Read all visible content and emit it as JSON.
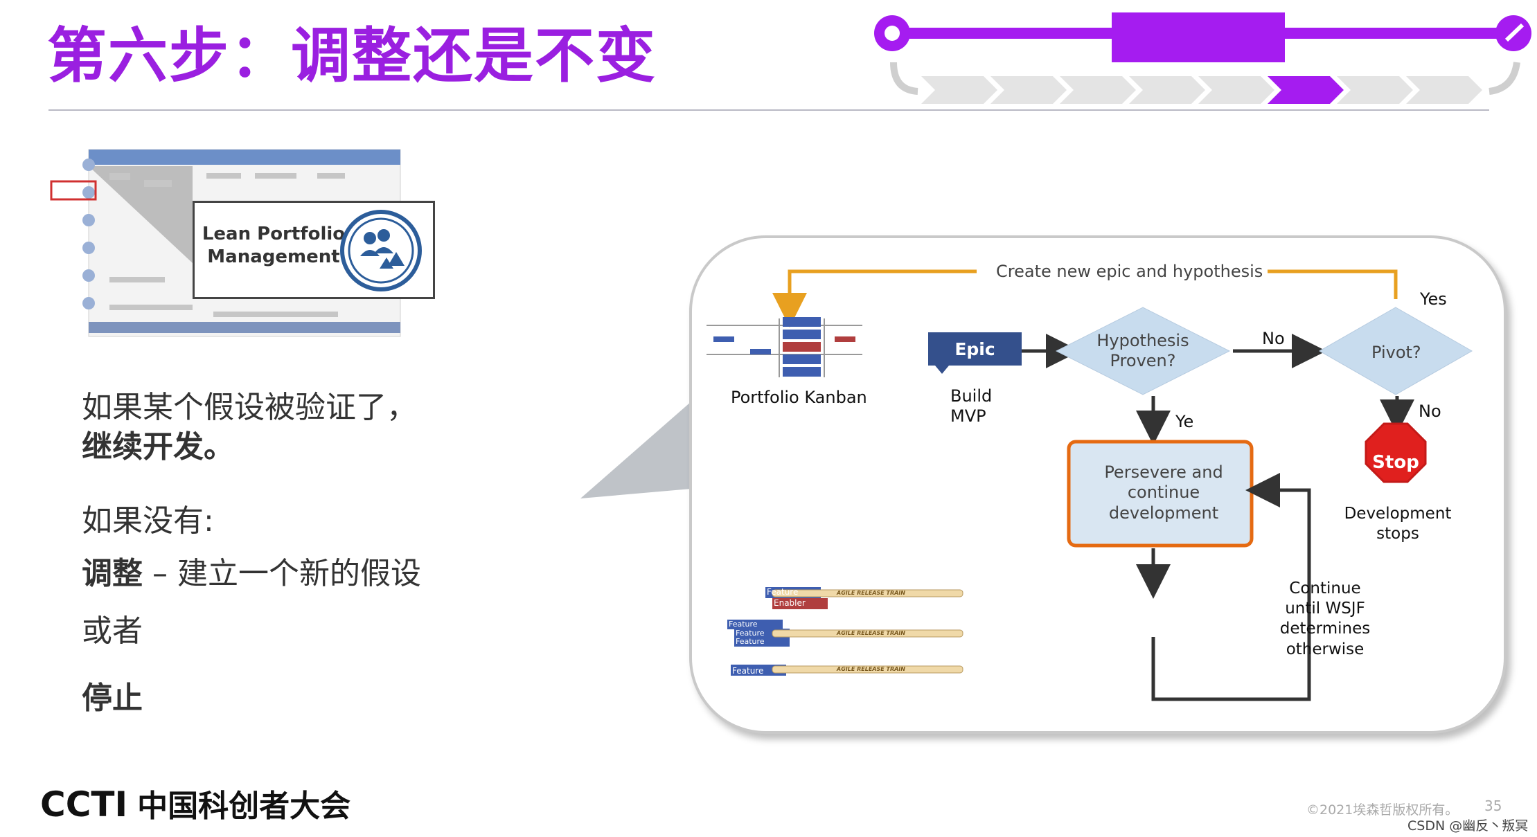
{
  "title": "第六步：调整还是不变",
  "colors": {
    "accent": "#9a1fe0",
    "orange": "#e8a020",
    "box_border": "#e56a12",
    "box_fill": "#d9e6f2",
    "stop_red": "#e0201e",
    "diamond": "#c8dcee",
    "epic_blue": "#34508c"
  },
  "thumbnail": {
    "label_line1": "Lean Portfolio",
    "label_line2": "Management",
    "icon": "people-team-icon"
  },
  "bullets": {
    "line1": "如果某个假设被验证了，",
    "line2": "继续开发。",
    "line3": "如果没有:",
    "line4_bold": "调整",
    "line4_rest": " – 建立一个新的假设",
    "line5": "或者",
    "line6": "停止"
  },
  "flow": {
    "loop_label": "Create new epic and hypothesis",
    "kanban_label": "Portfolio Kanban",
    "epic_label": "Epic",
    "build_mvp_line1": "Build",
    "build_mvp_line2": "MVP",
    "hypothesis_line1": "Hypothesis",
    "hypothesis_line2": "Proven?",
    "no1": "No",
    "pivot": "Pivot?",
    "yes1": "Yes",
    "no2": "No",
    "yes2": "Ye",
    "stop": "Stop",
    "dev_stops_line1": "Development",
    "dev_stops_line2": "stops",
    "persevere_line1": "Persevere and",
    "persevere_line2": "continue",
    "persevere_line3": "development",
    "continue_line1": "Continue",
    "continue_line2": "until WSJF",
    "continue_line3": "determines",
    "continue_line4": "otherwise",
    "feature": "Feature",
    "enabler": "Enabler",
    "art_label": "AGILE RELEASE TRAIN"
  },
  "footer": {
    "brand": "CCTI",
    "brand_cn": "中国科创者大会",
    "copyright": "©2021埃森哲版权所有。",
    "page": "35",
    "watermark": "CSDN @幽反丶叛冥"
  }
}
